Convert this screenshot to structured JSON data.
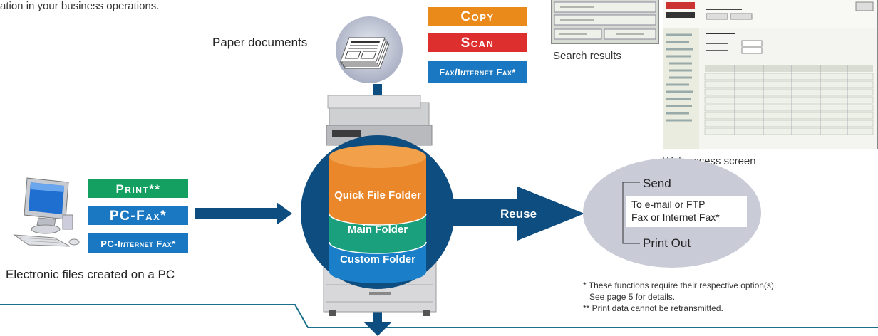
{
  "intro_text": "ation in your business operations.",
  "captions": {
    "paper_documents": "Paper documents",
    "search_results": "Search results",
    "web_access_screen": "Web access screen",
    "electronic_files": "Electronic files created on a PC"
  },
  "input_functions": {
    "copy": "Copy",
    "scan": "Scan",
    "fax": "Fax/Internet Fax*",
    "print": "Print**",
    "pc_fax": "PC-Fax*",
    "pc_internet_fax": "PC-Internet Fax*"
  },
  "folders": {
    "quick_file": "Quick File Folder",
    "main": "Main Folder",
    "custom": "Custom Folder"
  },
  "reuse_label": "Reuse",
  "reuse_options": {
    "send_title": "Send",
    "send_line1": "To e-mail or FTP",
    "send_line2": "Fax or Internet Fax*",
    "print_out": "Print Out"
  },
  "footnotes": {
    "note1_line1": "* These functions require their respective option(s).",
    "note1_line2": "See page 5 for details.",
    "note2": "** Print data cannot be retransmitted."
  },
  "colors": {
    "copy": "#e98a1a",
    "scan": "#de2f2f",
    "fax": "#1a78c2",
    "print": "#13a060",
    "navy": "#0e4d80",
    "folder_orange": "#e9872a",
    "folder_green": "#1aa07c",
    "folder_blue": "#1a7fc8"
  },
  "icons": [
    "paper-stack-icon",
    "desktop-pc-icon",
    "mfp-printer-icon",
    "folder-cylinder-icon"
  ]
}
